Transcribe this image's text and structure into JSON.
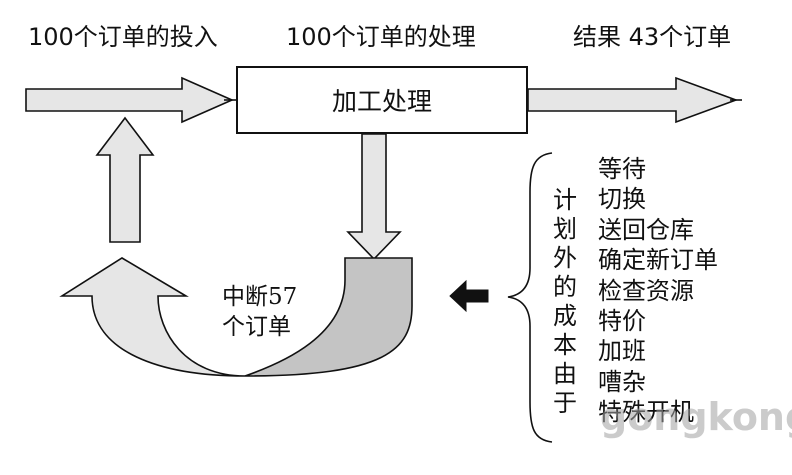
{
  "headers": {
    "input": "100个订单的投入",
    "process": "100个订单的处理",
    "result": "结果 43个订单"
  },
  "process_box": {
    "label": "加工处理"
  },
  "interrupt": {
    "line1": "中断57",
    "line2": "个订单"
  },
  "vertical_caption": "计划外的成本由于",
  "reasons": [
    "等待",
    "切换",
    "送回仓库",
    "确定新订单",
    "检查资源",
    "特价",
    "加班",
    "嘈杂",
    "特殊开机"
  ],
  "watermark": "gongkong",
  "colors": {
    "arrow_fill": "#e6e6e6",
    "curve_dark": "#c4c4c4",
    "outline": "#111111",
    "pointer": "#111111"
  }
}
